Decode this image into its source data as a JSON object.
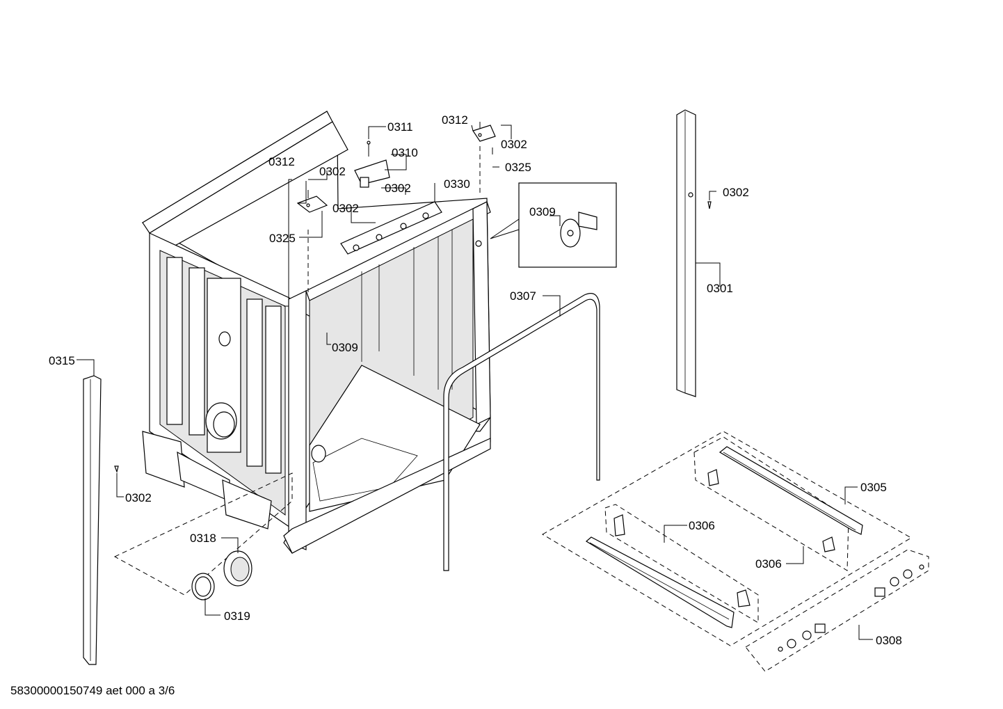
{
  "labels": {
    "l0311": "0311",
    "l0310": "0310",
    "l0312a": "0312",
    "l0302a": "0302",
    "l0325a": "0325",
    "l0312b": "0312",
    "l0302b": "0302",
    "l0325b": "0325",
    "l0302c": "0302",
    "l0330": "0330",
    "l0302d": "0302",
    "l0309a": "0309",
    "l0309b": "0309",
    "l0302e": "0302",
    "l0301": "0301",
    "l0307": "0307",
    "l0315": "0315",
    "l0302f": "0302",
    "l0318": "0318",
    "l0319": "0319",
    "l0305": "0305",
    "l0306a": "0306",
    "l0306b": "0306",
    "l0308": "0308"
  },
  "footer": {
    "document_id": "58300000150749 aet 000 a 3/6"
  }
}
